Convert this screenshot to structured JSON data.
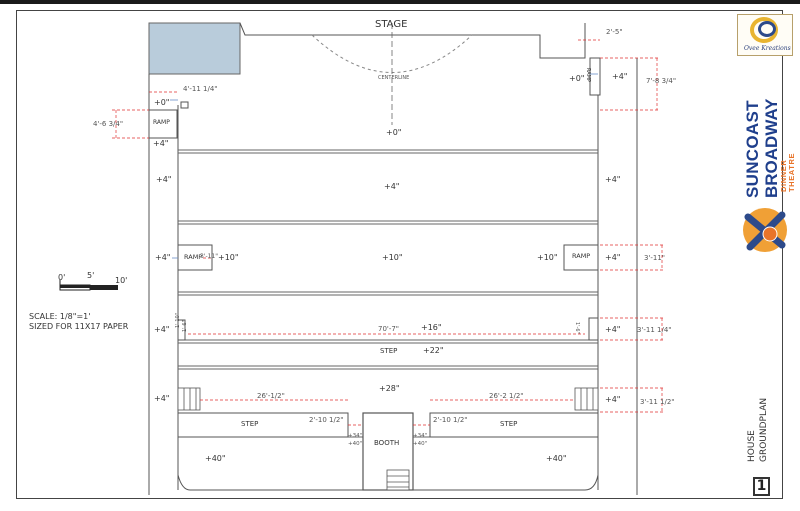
{
  "plan": {
    "stage_label": "STAGE",
    "centerline_label": "CENTERLINE",
    "ramp_label": "RAMP",
    "ramp_partial_label": "RAMP",
    "step_label": "STEP",
    "booth_label": "BOOTH",
    "levels": {
      "zero": "+0\"",
      "plus4": "+4\"",
      "plus10": "+10\"",
      "plus16": "+16\"",
      "plus22": "+22\"",
      "plus28": "+28\"",
      "plus40": "+40\"",
      "plus34": "+34\""
    },
    "dimensions": {
      "left_ramp_width": "4'-11 1/4\"",
      "left_ramp_depth": "4'-6 3/4\"",
      "right_top_offset": "2'-5\"",
      "right_ramp_depth": "7'-8 3/4\"",
      "right_ramp_mid_depth": "3'-11\"",
      "row16_depth": "3'-11 1/4\"",
      "row28_depth": "3'-11 1/2\"",
      "row16_width": "70'-7\"",
      "step_left_width": "26'-1/2\"",
      "step_right_width": "26'-2 1/2\"",
      "booth_left_offset": "2'-10 1/2\"",
      "booth_right_offset": "2'-10 1/2\"",
      "mid_left_ramp_width": "3'-11\"",
      "small_left": "1'-10\"",
      "small_left_b": "1'-6\"",
      "small_right": "1'-6\""
    }
  },
  "scale_bar": {
    "tick0": "0'",
    "tick5": "5'",
    "tick10": "10'",
    "scale_note": "SCALE: 1/8\"=1'",
    "paper_note": "SIZED FOR 11X17 PAPER"
  },
  "title_block": {
    "logo1_text": "Ovee Kreations",
    "brand_line1": "SUNCOAST",
    "brand_line2": "BROADWAY",
    "brand_line3": "DINNER THEATRE",
    "title_line1": "HOUSE",
    "title_line2": "GROUNDPLAN",
    "sheet_number": "1"
  },
  "colors": {
    "lines": "#555555",
    "dim_red": "#e03030",
    "dim_blue": "#6a90c8",
    "hatch_fill": "#b9ccdb",
    "brand_blue": "#1f3f8c",
    "brand_orange": "#e8742a"
  }
}
